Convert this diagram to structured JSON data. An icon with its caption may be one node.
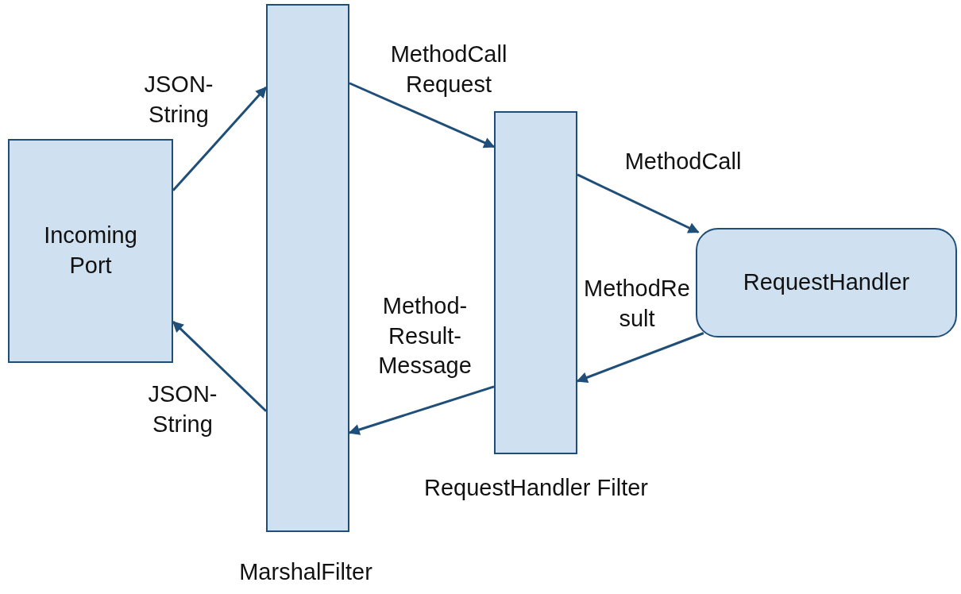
{
  "diagram": {
    "nodes": [
      {
        "text": [
          "Incoming Port"
        ]
      },
      {
        "text": [
          "MarshalFilter"
        ]
      },
      {
        "text": [
          "RequestHandler Filter"
        ]
      },
      {
        "text": [
          "RequestHandler"
        ]
      }
    ],
    "edges": [
      {
        "from": 0,
        "to": 1,
        "arrow": "to",
        "label": "JSON-String"
      },
      {
        "from": 1,
        "to": 2,
        "arrow": "to",
        "label": "MethodCall Request"
      },
      {
        "from": 2,
        "to": 3,
        "arrow": "to",
        "label": "MethodCall"
      },
      {
        "from": 3,
        "to": 2,
        "arrow": "to",
        "label": "MethodResult"
      },
      {
        "from": 2,
        "to": 1,
        "arrow": "to",
        "label": "Method-Result-Message"
      },
      {
        "from": 1,
        "to": 0,
        "arrow": "to",
        "label": "JSON-String"
      }
    ]
  }
}
